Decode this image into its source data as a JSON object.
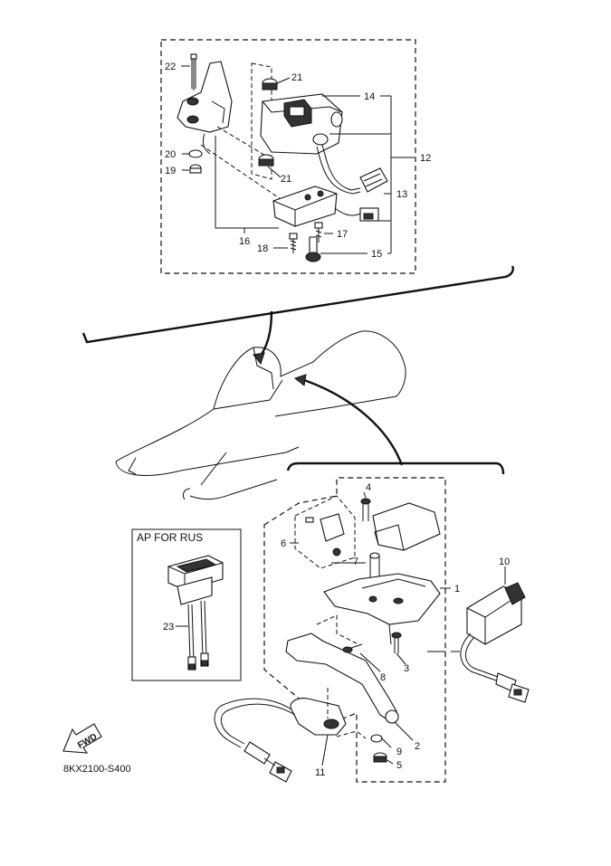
{
  "diagram": {
    "drawing_code": "8KX2100-S400",
    "fwd_label": "FWD",
    "inset_title": "AP FOR RUS",
    "callouts": {
      "c1": "1",
      "c2": "2",
      "c3": "3",
      "c4": "4",
      "c5": "5",
      "c6": "6",
      "c7": "7",
      "c8": "8",
      "c9": "9",
      "c10": "10",
      "c11": "11",
      "c12": "12",
      "c13": "13",
      "c14": "14",
      "c15": "15",
      "c16": "16",
      "c17": "17",
      "c18": "18",
      "c19": "19",
      "c20": "20",
      "c21a": "21",
      "c21b": "21",
      "c22": "22",
      "c23": "23"
    }
  }
}
